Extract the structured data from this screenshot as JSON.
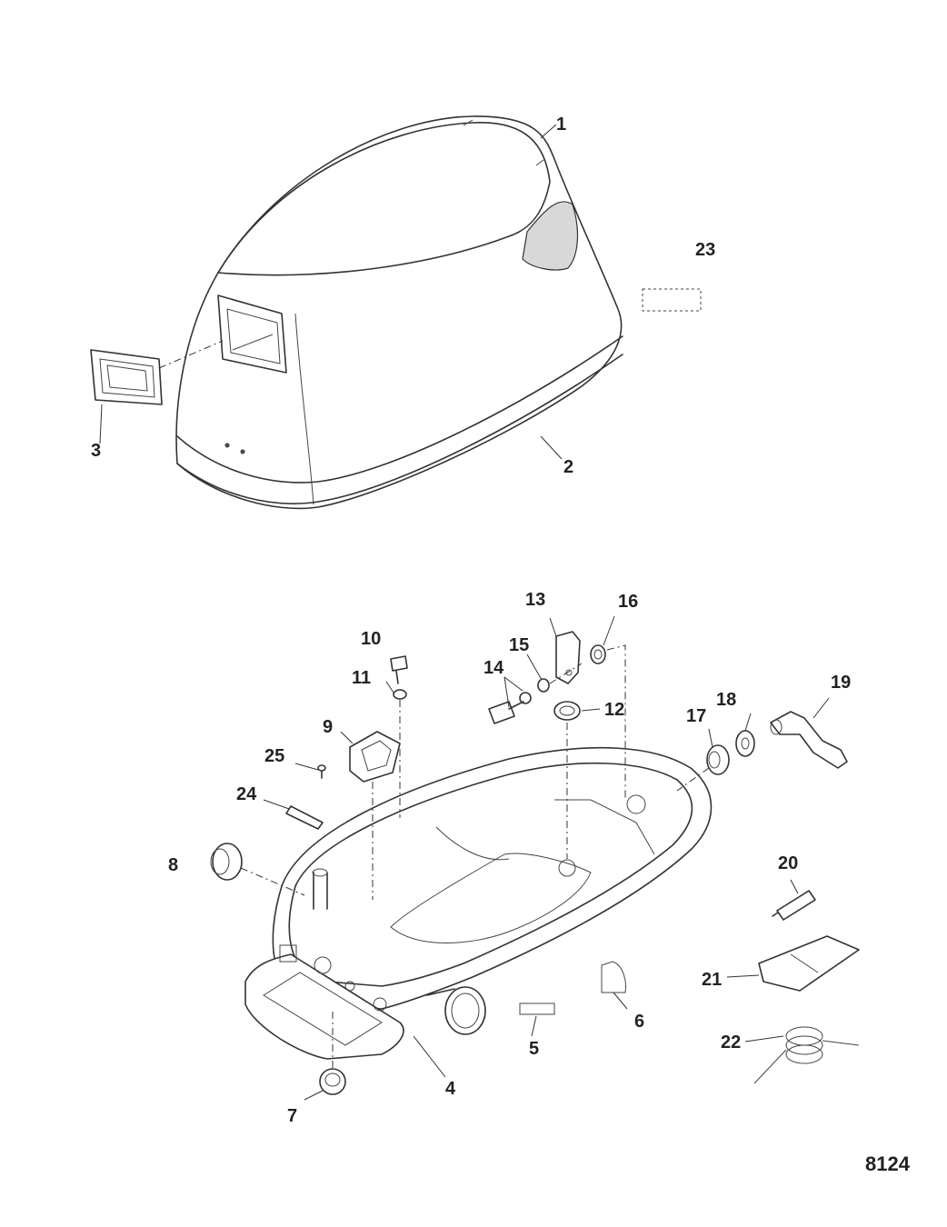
{
  "figure_number": "8124",
  "callouts": [
    "1",
    "2",
    "3",
    "4",
    "5",
    "6",
    "7",
    "8",
    "9",
    "10",
    "11",
    "12",
    "13",
    "14",
    "15",
    "16",
    "17",
    "18",
    "19",
    "20",
    "21",
    "22",
    "23",
    "24",
    "25"
  ]
}
